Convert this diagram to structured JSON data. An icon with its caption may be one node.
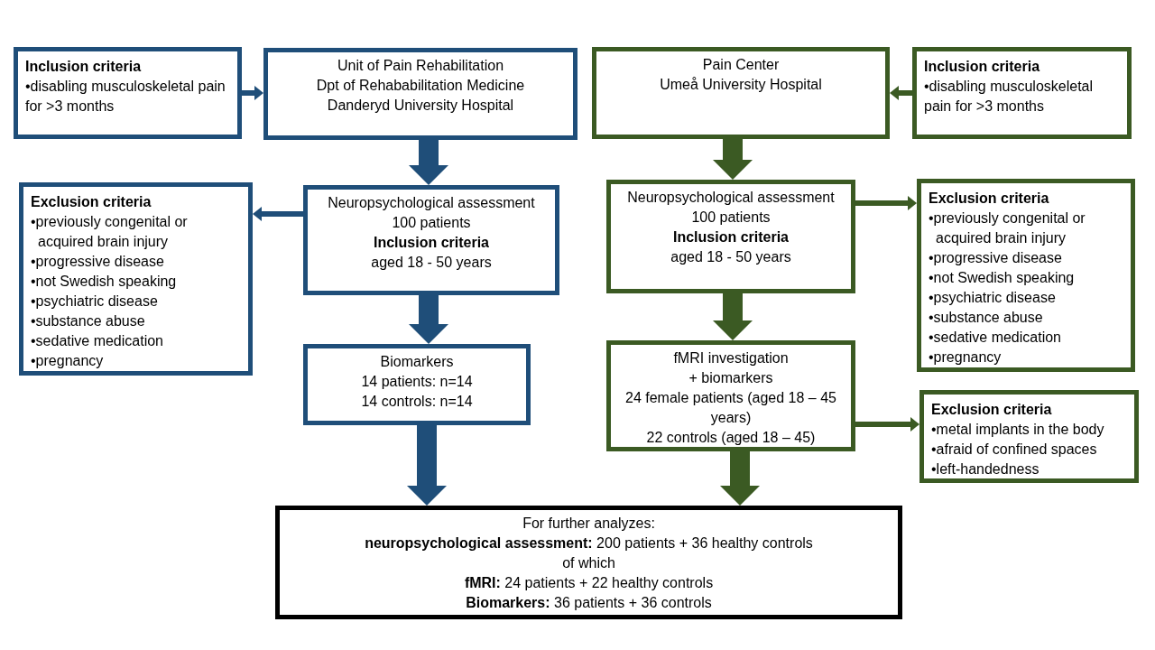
{
  "diagram": {
    "nodes": [
      {
        "text": [
          "Inclusion criteria",
          "•disabling musculoskeletal pain for >3 months"
        ]
      },
      {
        "text": [
          "Unit of Pain Rehabilitation",
          "Dpt of Rehababilitation Medicine",
          "Danderyd University Hospital"
        ]
      },
      {
        "text": [
          "Pain Center",
          "Umeå University Hospital"
        ]
      },
      {
        "text": [
          "Inclusion criteria",
          "•disabling musculoskeletal pain for >3 months"
        ]
      },
      {
        "text": [
          "Exclusion criteria",
          "•previously congenital or acquired brain injury",
          "•progressive disease",
          "•not Swedish speaking",
          "•psychiatric disease",
          "•substance abuse",
          "•sedative medication",
          "•pregnancy"
        ]
      },
      {
        "text": [
          "Neuropsychological assessment",
          "100 patients",
          "Inclusion criteria",
          "aged 18 - 50 years"
        ]
      },
      {
        "text": [
          "Neuropsychological assessment",
          "100 patients",
          "Inclusion criteria",
          "aged 18 - 50 years"
        ]
      },
      {
        "text": [
          "Exclusion criteria",
          "•previously congenital or acquired brain injury",
          "•progressive disease",
          "•not Swedish speaking",
          "•psychiatric disease",
          "•substance abuse",
          "•sedative medication",
          "•pregnancy"
        ]
      },
      {
        "text": [
          "Biomarkers",
          "14  patients: n=14",
          "14 controls: n=14"
        ]
      },
      {
        "text": [
          "fMRI investigation",
          "+ biomarkers",
          "24 female patients (aged 18 – 45 years)",
          "22 controls (aged 18 – 45)"
        ]
      },
      {
        "text": [
          "Exclusion criteria",
          "•metal implants in the body",
          "•afraid of confined spaces",
          "•left-handedness"
        ]
      },
      {
        "text": [
          "For further analyzes:",
          "**neuropsychological assessment:** 200 patients + 36 healthy controls",
          "of which",
          "**fMRI:** 24 patients + 22 healthy controls",
          "**Biomarkers:** 36 patients + 36 controls"
        ]
      }
    ],
    "edges": [
      {
        "from": 0,
        "to": 1,
        "arrow": "to",
        "color": "#1f4e79"
      },
      {
        "from": 1,
        "to": 5,
        "arrow": "to",
        "color": "#1f4e79"
      },
      {
        "from": 5,
        "to": 4,
        "arrow": "to",
        "color": "#1f4e79"
      },
      {
        "from": 5,
        "to": 8,
        "arrow": "to",
        "color": "#1f4e79"
      },
      {
        "from": 8,
        "to": 11,
        "arrow": "to",
        "color": "#1f4e79"
      },
      {
        "from": 3,
        "to": 2,
        "arrow": "to"
      },
      {
        "from": 2,
        "to": 6,
        "arrow": "to"
      },
      {
        "from": 6,
        "to": 7,
        "arrow": "to"
      },
      {
        "from": 6,
        "to": 9,
        "arrow": "to"
      },
      {
        "from": 9,
        "to": 10,
        "arrow": "to"
      },
      {
        "from": 9,
        "to": 11,
        "arrow": "to"
      }
    ]
  }
}
